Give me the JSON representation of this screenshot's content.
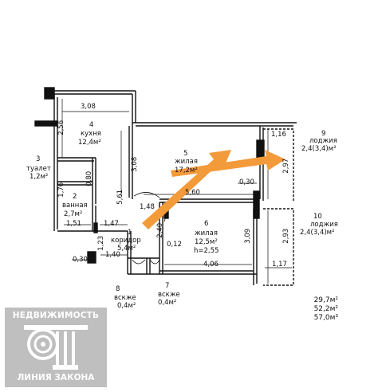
{
  "rooms": [
    {
      "num": "1",
      "name": "коридор",
      "area": "5,4м²"
    },
    {
      "num": "2",
      "name": "ванная",
      "area": "2,7м²"
    },
    {
      "num": "3",
      "name": "туалет",
      "area": "1,2м²"
    },
    {
      "num": "4",
      "name": "кухня",
      "area": "12,4м²"
    },
    {
      "num": "5",
      "name": "жилая",
      "area": "17,2м²"
    },
    {
      "num": "6",
      "name": "жилая",
      "area": "12,5м²"
    },
    {
      "num": "7",
      "name": "вскже",
      "area": "0,4м²"
    },
    {
      "num": "8",
      "name": "вскже",
      "area": "0,4м²"
    },
    {
      "num": "9",
      "name": "лоджия",
      "area": "2,4(3,4)м²"
    },
    {
      "num": "10",
      "name": "лоджия",
      "area": "2,4(3,4)м²"
    }
  ],
  "height_note": "h=2,55",
  "dimensions": {
    "d308_top": "3,08",
    "d256": "2,56",
    "d308_v": "3,08",
    "d561": "5,61",
    "d116": "1,16",
    "d297": "2,97",
    "d080": "0,80",
    "d176": "1,76",
    "d030_right": "0,30",
    "d560": "5,60",
    "d148": "1,48",
    "d151": "1,51",
    "d147": "1,47",
    "d240": "2,40",
    "d309": "3,09",
    "d293": "2,93",
    "d123": "1,23",
    "d140": "1,40",
    "d012": "0,12",
    "d030_left": "0,30",
    "d406": "4,06",
    "d117": "1,17"
  },
  "totals": [
    "29,7м²",
    "52,2м²",
    "57,0м³"
  ],
  "logo": {
    "top": "НЕДВИЖИМОСТЬ",
    "bottom": "ЛИНИЯ ЗАКОНА",
    "icon": "ionic-column-scroll-icon"
  },
  "arrows": {
    "color": "#f39a3a",
    "icon": "orange-arrow-icon"
  }
}
